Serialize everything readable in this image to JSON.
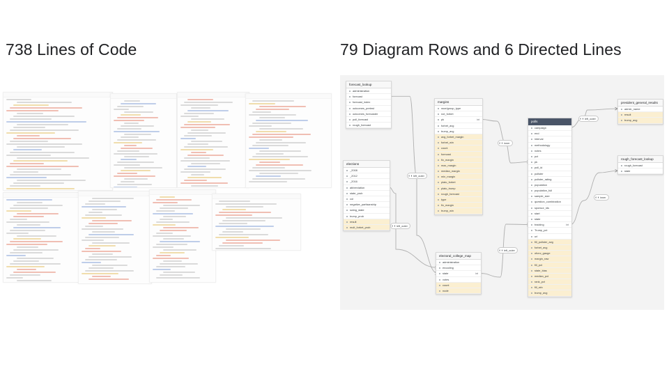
{
  "left_heading": "738 Lines of Code",
  "right_heading": "79 Diagram Rows and 6 Directed Lines",
  "colors": {
    "highlight_row": "#fbefd1",
    "edge": "#b0b0b0",
    "dark_header": "#4a5568"
  },
  "diagram": {
    "tables": [
      {
        "id": "forecast_lookup",
        "name": "forecast_lookup",
        "dark": false,
        "rows": [
          "administration",
          "forecast",
          "forecast_index",
          "outcomes_pretest",
          "outcomes_forecaster",
          "poll_forecast",
          "rough_forecast"
        ]
      },
      {
        "id": "margins",
        "name": "margins",
        "dark": false,
        "rows": [
          "race/group_type",
          "not_forbet",
          "pk",
          "forbet_avg",
          "trump_avg",
          "avg_forbet_margin",
          "forbet_win",
          "count",
          "forecast",
          "fix_margin",
          "max_margin",
          "median_margin",
          "min_margin",
          "plato_forbet",
          "plato_trump",
          "rough_forecast",
          "type",
          "fix_margin",
          "trump_win"
        ],
        "tails": {
          "2": "int"
        },
        "highlight_from": 5
      },
      {
        "id": "elections",
        "name": "elections",
        "dark": false,
        "rows": [
          "_2008",
          "_2012",
          "_2016",
          "abbreviation",
          "state_prob",
          "col",
          "negative_partisanship",
          "swing_state",
          "trump_prob",
          "result",
          "mult_forbet_prob"
        ],
        "highlight_from": 9
      },
      {
        "id": "polls",
        "name": "polls",
        "dark": true,
        "rows": [
          "campaign",
          "end",
          "interval",
          "methodology",
          "notes",
          "pct",
          "pk",
          "poll_id",
          "pollster",
          "pollster_rating",
          "population",
          "population_full",
          "sample_size",
          "question_combination",
          "sponsor_ids",
          "start",
          "state",
          "tracking",
          "Trump_pct",
          "url",
          "fill_pollster_avg",
          "forbet_avg",
          "ofunc_gauge",
          "margin_raw",
          "fill_pct",
          "state_bias",
          "median_pct",
          "rank_pct",
          "fill_win",
          "trump_avg"
        ],
        "tails": {
          "17": "int"
        },
        "highlight_from": 20
      },
      {
        "id": "electoral_college_map",
        "name": "electoral_college_map",
        "dark": false,
        "rows": [
          "administration",
          "encoding",
          "state",
          "votes",
          "count",
          "node"
        ],
        "tails": {
          "2": "int"
        },
        "highlight_from": 4
      },
      {
        "id": "president_general_results",
        "name": "president_general_results",
        "dark": false,
        "rows": [
          "admin_name",
          "result",
          "trump_avg"
        ],
        "highlight_from": 1
      },
      {
        "id": "trump_forecast_lookup",
        "name": "rough_forecast_lookup",
        "dark": false,
        "rows": [
          "rough_forecast",
          "state"
        ]
      }
    ],
    "edges": [
      {
        "id": "e1",
        "label": "left_outer"
      },
      {
        "id": "e2",
        "label": "left_outer"
      },
      {
        "id": "e3",
        "label": "inner"
      },
      {
        "id": "e4",
        "label": "left_outer"
      },
      {
        "id": "e5",
        "label": "left_outer"
      },
      {
        "id": "e6",
        "label": "inner"
      }
    ]
  }
}
